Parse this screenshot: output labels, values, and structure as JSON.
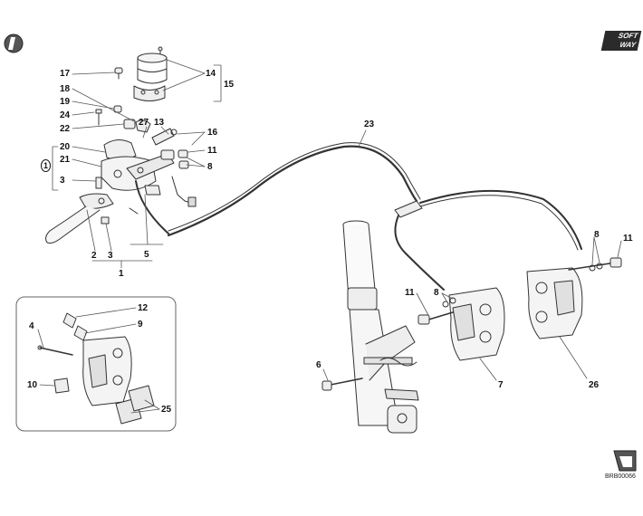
{
  "callouts": {
    "n17": "17",
    "n18": "18",
    "n19": "19",
    "n24": "24",
    "n22": "22",
    "n20": "20",
    "n21": "21",
    "n3a": "3",
    "n1circle": "1",
    "n14": "14",
    "n15": "15",
    "n27": "27",
    "n13": "13",
    "n16": "16",
    "n11a": "11",
    "n8a": "8",
    "n23": "23",
    "n2": "2",
    "n3b": "3",
    "n5": "5",
    "n1": "1",
    "n12": "12",
    "n9": "9",
    "n4": "4",
    "n10": "10",
    "n25": "25",
    "n11b": "11",
    "n8b": "8",
    "n6": "6",
    "n7": "7",
    "n8c": "8",
    "n11c": "11",
    "n26": "26"
  },
  "logo": {
    "line1": "SOFT",
    "line2": "WAY"
  },
  "drawing_code": "BRB00066"
}
